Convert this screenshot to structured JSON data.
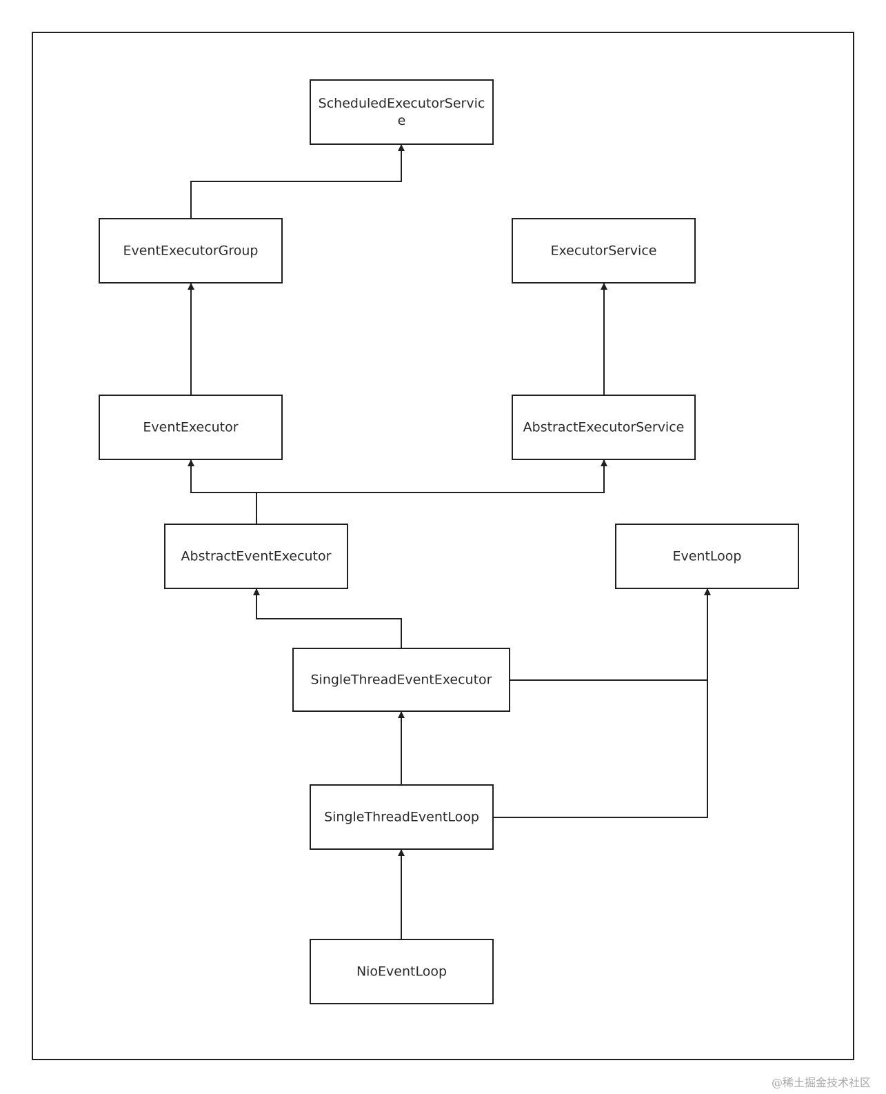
{
  "diagram": {
    "nodes": [
      {
        "id": "scheduledExecutorService",
        "lines": [
          "ScheduledExecutorServic",
          "e"
        ]
      },
      {
        "id": "eventExecutorGroup",
        "lines": [
          "EventExecutorGroup"
        ]
      },
      {
        "id": "executorService",
        "lines": [
          "ExecutorService"
        ]
      },
      {
        "id": "eventExecutor",
        "lines": [
          "EventExecutor"
        ]
      },
      {
        "id": "abstractExecutorService",
        "lines": [
          "AbstractExecutorService"
        ]
      },
      {
        "id": "abstractEventExecutor",
        "lines": [
          "AbstractEventExecutor"
        ]
      },
      {
        "id": "eventLoop",
        "lines": [
          "EventLoop"
        ]
      },
      {
        "id": "singleThreadEventExecutor",
        "lines": [
          "SingleThreadEventExecutor"
        ]
      },
      {
        "id": "singleThreadEventLoop",
        "lines": [
          "SingleThreadEventLoop"
        ]
      },
      {
        "id": "nioEventLoop",
        "lines": [
          "NioEventLoop"
        ]
      }
    ],
    "edges": [
      {
        "from": "eventExecutorGroup",
        "to": "scheduledExecutorService"
      },
      {
        "from": "eventExecutor",
        "to": "eventExecutorGroup"
      },
      {
        "from": "abstractExecutorService",
        "to": "executorService"
      },
      {
        "from": "abstractEventExecutor",
        "to": "eventExecutor"
      },
      {
        "from": "abstractEventExecutor",
        "to": "abstractExecutorService"
      },
      {
        "from": "singleThreadEventExecutor",
        "to": "abstractEventExecutor"
      },
      {
        "from": "singleThreadEventExecutor",
        "to": "eventLoop"
      },
      {
        "from": "singleThreadEventLoop",
        "to": "singleThreadEventExecutor"
      },
      {
        "from": "singleThreadEventLoop",
        "to": "eventLoop"
      },
      {
        "from": "nioEventLoop",
        "to": "singleThreadEventLoop"
      }
    ]
  },
  "watermark": "@稀土掘金技术社区"
}
